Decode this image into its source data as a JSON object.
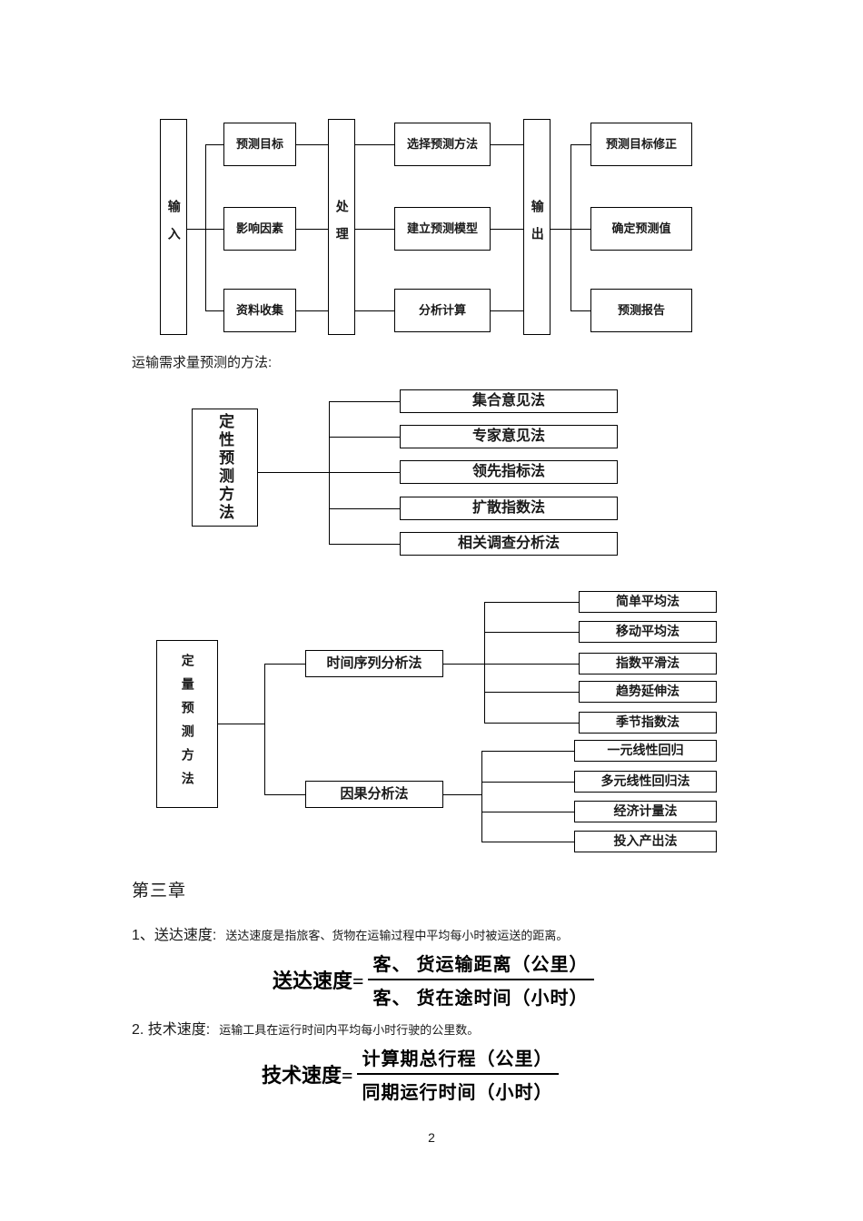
{
  "flowchart": {
    "input_label": "输入",
    "process_label": "处理",
    "output_label": "输出",
    "input_items": [
      "预测目标",
      "影响因素",
      "资料收集"
    ],
    "process_items": [
      "选择预测方法",
      "建立预测模型",
      "分析计算"
    ],
    "output_items": [
      "预测目标修正",
      "确定预测值",
      "预测报告"
    ]
  },
  "section_heading": "运输需求量预测的方法:",
  "qualitative": {
    "root": "定性预测方法",
    "items": [
      "集合意见法",
      "专家意见法",
      "领先指标法",
      "扩散指数法",
      "相关调查分析法"
    ]
  },
  "quantitative": {
    "root": "定量预测方法",
    "branch1": {
      "label": "时间序列分析法",
      "items": [
        "简单平均法",
        "移动平均法",
        "指数平滑法",
        "趋势延伸法",
        "季节指数法"
      ]
    },
    "branch2": {
      "label": "因果分析法",
      "items": [
        "一元线性回归",
        "多元线性回归法",
        "经济计量法",
        "投入产出法"
      ]
    }
  },
  "chapter": {
    "title": "第三章",
    "item1_label": "1、送达速度:",
    "item1_desc": "送达速度是指旅客、货物在运输过程中平均每小时被运送的距离。",
    "formula1_lhs": "送达速度=",
    "formula1_num": "客、 货运输距离（公里）",
    "formula1_den": "客、 货在途时间（小时）",
    "item2_label": "2. 技术速度:",
    "item2_desc": "运输工具在运行时间内平均每小时行驶的公里数。",
    "formula2_lhs": "技术速度=",
    "formula2_num": "计算期总行程（公里）",
    "formula2_den": "同期运行时间（小时）"
  },
  "page_number": "2"
}
